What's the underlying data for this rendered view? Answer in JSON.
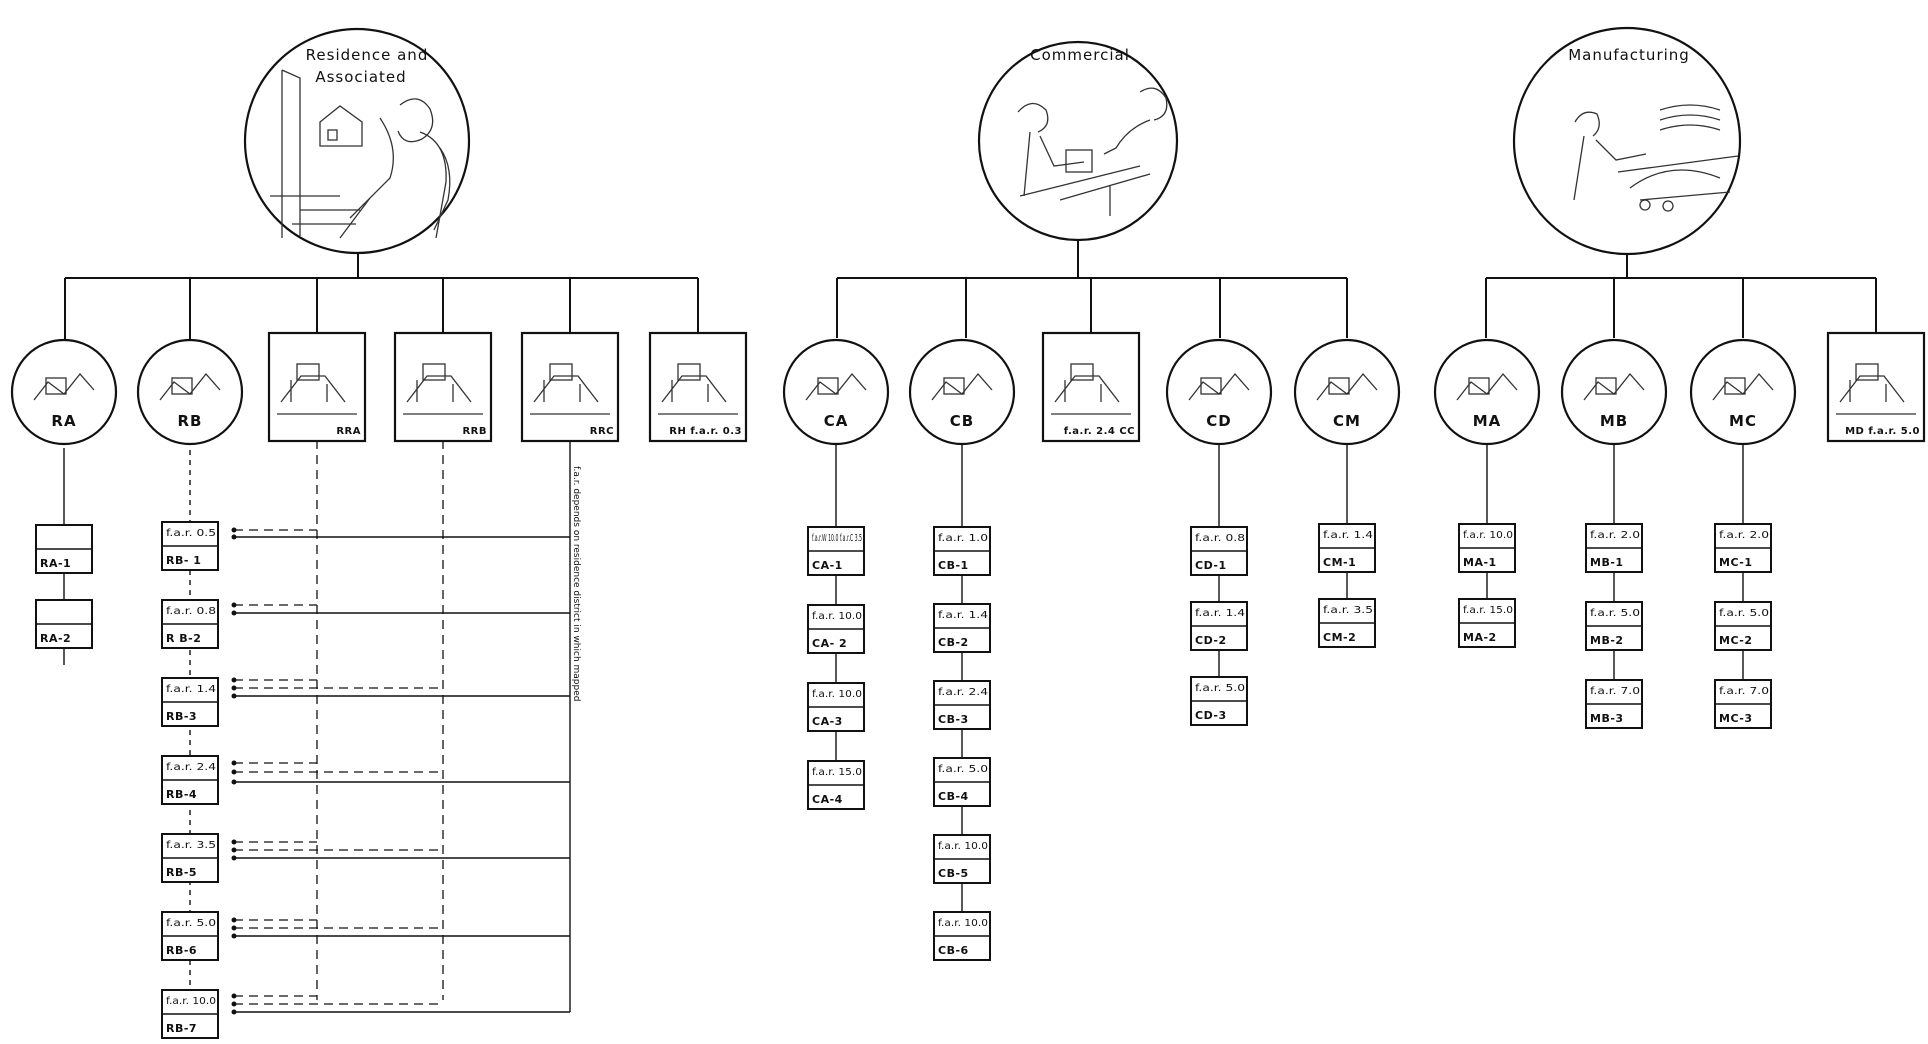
{
  "categories": [
    {
      "id": "residence",
      "title_lines": [
        "Residence and",
        "Associated"
      ]
    },
    {
      "id": "commercial",
      "title_lines": [
        "Commercial"
      ]
    },
    {
      "id": "manufacturing",
      "title_lines": [
        "Manufacturing"
      ]
    }
  ],
  "districts": [
    {
      "id": "RA",
      "label": "RA",
      "shape": "circle",
      "zones": [
        {
          "far": "",
          "code": "RA-1"
        },
        {
          "far": "",
          "code": "RA-2"
        }
      ]
    },
    {
      "id": "RB",
      "label": "RB",
      "shape": "circle",
      "zones": [
        {
          "far": "f.a.r. 0.5",
          "code": "RB- 1"
        },
        {
          "far": "f.a.r. 0.8",
          "code": "R B-2"
        },
        {
          "far": "f.a.r. 1.4",
          "code": "RB-3"
        },
        {
          "far": "f.a.r. 2.4",
          "code": "RB-4"
        },
        {
          "far": "f.a.r. 3.5",
          "code": "RB-5"
        },
        {
          "far": "f.a.r. 5.0",
          "code": "RB-6"
        },
        {
          "far": "f.a.r. 10.0",
          "code": "RB-7"
        }
      ]
    },
    {
      "id": "RRA",
      "label": "RRA",
      "shape": "square",
      "zones": []
    },
    {
      "id": "RRB",
      "label": "RRB",
      "shape": "square",
      "zones": []
    },
    {
      "id": "RRC",
      "label": "RRC",
      "shape": "square",
      "zones": []
    },
    {
      "id": "RH",
      "label": "RH  f.a.r. 0.3",
      "shape": "square",
      "zones": []
    },
    {
      "id": "CA",
      "label": "CA",
      "shape": "circle",
      "zones": [
        {
          "far": "f.a.r.W 10.0 f.a.r.C 3.5",
          "code": "CA-1"
        },
        {
          "far": "f.a.r. 10.0",
          "code": "CA- 2"
        },
        {
          "far": "f.a.r. 10.0",
          "code": "CA-3"
        },
        {
          "far": "f.a.r. 15.0",
          "code": "CA-4"
        }
      ]
    },
    {
      "id": "CB",
      "label": "CB",
      "shape": "circle",
      "zones": [
        {
          "far": "f.a.r. 1.0",
          "code": "CB-1"
        },
        {
          "far": "f.a.r. 1.4",
          "code": "CB-2"
        },
        {
          "far": "f.a.r. 2.4",
          "code": "CB-3"
        },
        {
          "far": "f.a.r. 5.0",
          "code": "CB-4"
        },
        {
          "far": "f.a.r. 10.0",
          "code": "CB-5"
        },
        {
          "far": "f.a.r. 10.0",
          "code": "CB-6"
        }
      ]
    },
    {
      "id": "CC",
      "label": "f.a.r. 2.4 CC",
      "shape": "square",
      "zones": []
    },
    {
      "id": "CD",
      "label": "CD",
      "shape": "circle",
      "zones": [
        {
          "far": "f.a.r. 0.8",
          "code": "CD-1"
        },
        {
          "far": "f.a.r. 1.4",
          "code": "CD-2"
        },
        {
          "far": "f.a.r. 5.0",
          "code": "CD-3"
        }
      ]
    },
    {
      "id": "CM",
      "label": "CM",
      "shape": "circle",
      "zones": [
        {
          "far": "f.a.r. 1.4",
          "code": "CM-1"
        },
        {
          "far": "f.a.r. 3.5",
          "code": "CM-2"
        }
      ]
    },
    {
      "id": "MA",
      "label": "MA",
      "shape": "circle",
      "zones": [
        {
          "far": "f.a.r. 10.0",
          "code": "MA-1"
        },
        {
          "far": "f.a.r. 15.0",
          "code": "MA-2"
        }
      ]
    },
    {
      "id": "MB",
      "label": "MB",
      "shape": "circle",
      "zones": [
        {
          "far": "f.a.r. 2.0",
          "code": "MB-1"
        },
        {
          "far": "f.a.r. 5.0",
          "code": "MB-2"
        },
        {
          "far": "f.a.r. 7.0",
          "code": "MB-3"
        }
      ]
    },
    {
      "id": "MC",
      "label": "MC",
      "shape": "circle",
      "zones": [
        {
          "far": "f.a.r. 2.0",
          "code": "MC-1"
        },
        {
          "far": "f.a.r. 5.0",
          "code": "MC-2"
        },
        {
          "far": "f.a.r. 7.0",
          "code": "MC-3"
        }
      ]
    },
    {
      "id": "MD",
      "label": "MD f.a.r. 5.0",
      "shape": "square",
      "zones": []
    }
  ],
  "note": "f.a.r. depends on residence district in which mapped"
}
